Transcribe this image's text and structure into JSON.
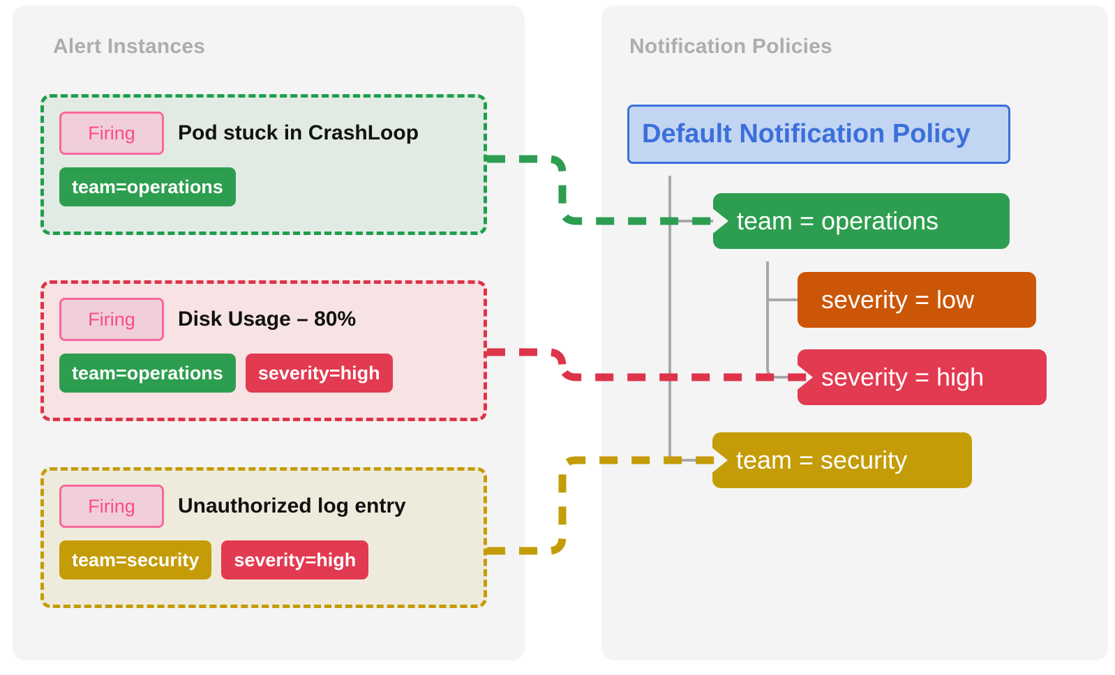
{
  "panels": {
    "alerts": {
      "title": "Alert Instances"
    },
    "policies": {
      "title": "Notification Policies"
    }
  },
  "alert_instances": [
    {
      "state": "Firing",
      "title": "Pod stuck in CrashLoop",
      "labels": [
        {
          "text": "team=operations",
          "color": "#2d9e4f"
        }
      ],
      "border_color": "#1f9e4d",
      "background_color": "#e2ebe3",
      "routes_to": "team = operations"
    },
    {
      "state": "Firing",
      "title": "Disk Usage – 80%",
      "labels": [
        {
          "text": "team=operations",
          "color": "#2d9e4f"
        },
        {
          "text": "severity=high",
          "color": "#e23a51"
        }
      ],
      "border_color": "#dd3449",
      "background_color": "#f7e2e4",
      "routes_to": "severity = high"
    },
    {
      "state": "Firing",
      "title": "Unauthorized log entry",
      "labels": [
        {
          "text": "team=security",
          "color": "#c49c07"
        },
        {
          "text": "severity=high",
          "color": "#e23a51"
        }
      ],
      "border_color": "#c49c07",
      "background_color": "#efebdc",
      "routes_to": "team = security"
    }
  ],
  "notification_policies": {
    "root": {
      "label": "Default Notification Policy",
      "text_color": "#3b6fdb",
      "background_color": "#c2d5f2",
      "border_color": "#3b6fdb"
    },
    "children": [
      {
        "label": "team = operations",
        "color": "#2d9e4f",
        "matched": true,
        "children": [
          {
            "label": "severity = low",
            "color": "#cb5607",
            "matched": false
          },
          {
            "label": "severity = high",
            "color": "#e23a51",
            "matched": true
          }
        ]
      },
      {
        "label": "team = security",
        "color": "#c49c07",
        "matched": true
      }
    ]
  },
  "connectors": [
    {
      "from": "Pod stuck in CrashLoop",
      "to": "team = operations",
      "color": "#2d9e4f"
    },
    {
      "from": "Disk Usage – 80%",
      "to": "severity = high",
      "color": "#dd3449"
    },
    {
      "from": "Unauthorized log entry",
      "to": "team = security",
      "color": "#c49c07"
    }
  ],
  "colors": {
    "panel_background": "#f4f4f4",
    "page_background": "#ffffff",
    "panel_title": "#adadad",
    "tree_line": "#a8a8a8",
    "firing_badge_border": "#f8679d",
    "firing_badge_background": "#f0cfd8",
    "firing_badge_text": "#fb4b87",
    "alert_title_text": "#111111"
  }
}
